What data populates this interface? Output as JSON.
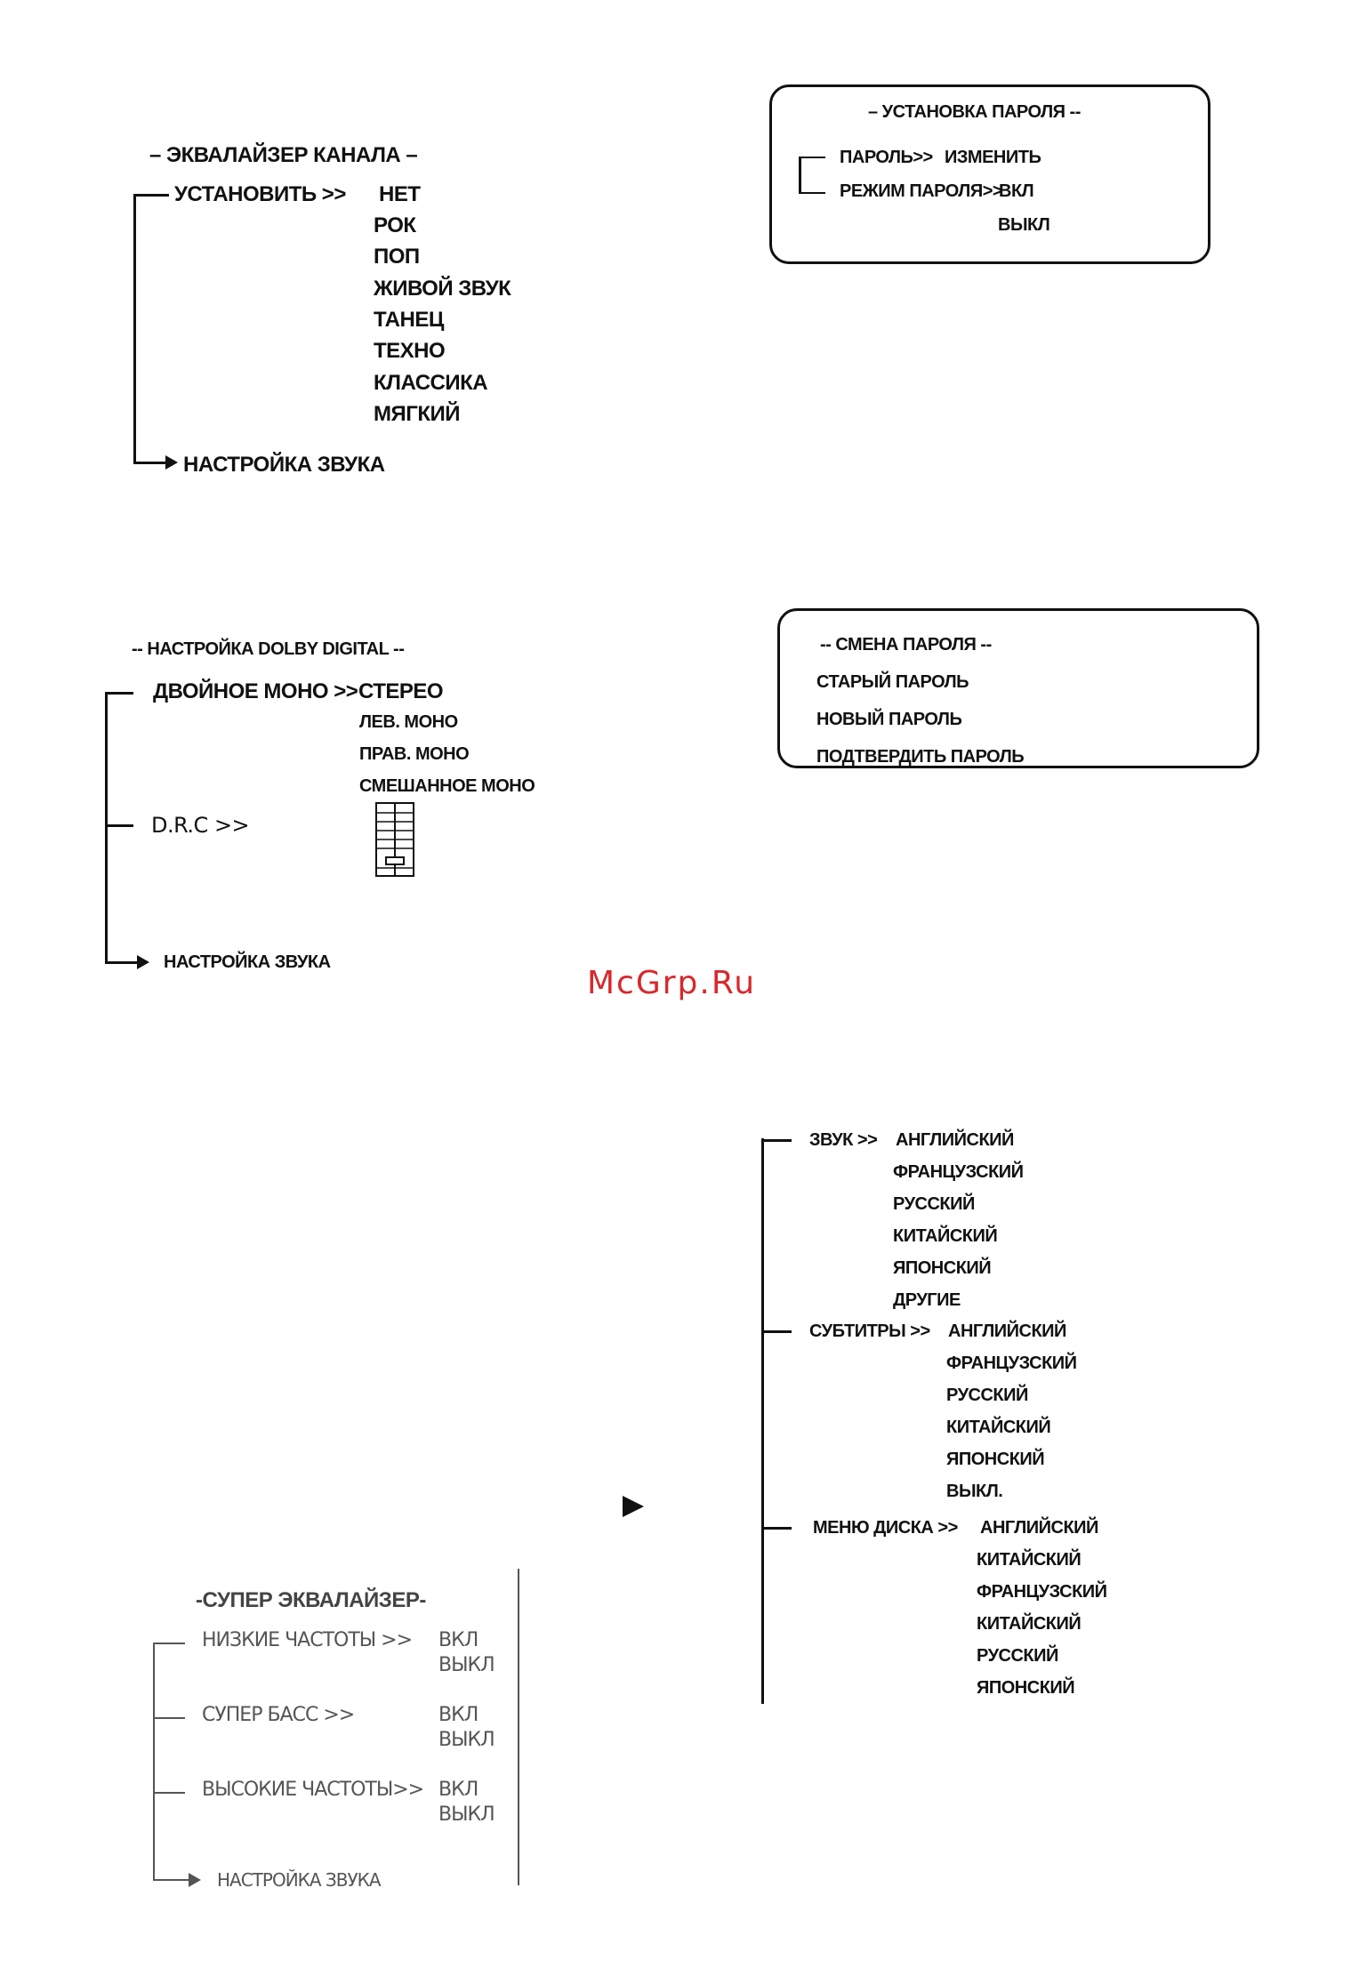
{
  "channel_eq": {
    "title": "– ЭКВАЛАЙЗЕР КАНАЛА –",
    "set_label": "УСТАНОВИТЬ >>",
    "options": [
      "НЕТ",
      "РОК",
      "ПОП",
      "ЖИВОЙ ЗВУК",
      "ТАНЕЦ",
      "ТЕХНО",
      "КЛАССИКА",
      "МЯГКИЙ"
    ],
    "sound_settings": "НАСТРОЙКА ЗВУКА"
  },
  "password_setup": {
    "title": "– УСТАНОВКА ПАРОЛЯ --",
    "password_label": "ПАРОЛЬ>>",
    "password_value": "ИЗМЕНИТЬ",
    "mode_label": "РЕЖИМ ПАРОЛЯ>>",
    "mode_on": "ВКЛ",
    "mode_off": "ВЫКЛ"
  },
  "dolby": {
    "title": "-- НАСТРОЙКА DOLBY DIGITAL --",
    "dual_mono_label": "ДВОЙНОЕ  МОНО >>",
    "dual_mono_options": [
      "СТЕРЕО",
      "ЛЕВ. МОНО",
      "ПРАВ. МОНО",
      "СМЕШАННОЕ МОНО"
    ],
    "drc_label": "D.R.C  >>",
    "sound_settings": "НАСТРОЙКА ЗВУКА"
  },
  "password_change": {
    "title": "-- СМЕНА ПАРОЛЯ --",
    "old": "СТАРЫЙ ПАРОЛЬ",
    "new": "НОВЫЙ ПАРОЛЬ",
    "confirm": "ПОДТВЕРДИТЬ ПАРОЛЬ"
  },
  "watermark": "McGrp.Ru",
  "language": {
    "audio_label": "ЗВУК  >>",
    "audio_options": [
      "АНГЛИЙСКИЙ",
      "ФРАНЦУЗСКИЙ",
      "РУССКИЙ",
      "КИТАЙСКИЙ",
      "ЯПОНСКИЙ",
      "ДРУГИЕ"
    ],
    "subtitle_label": "СУБТИТРЫ >>",
    "subtitle_options": [
      "АНГЛИЙСКИЙ",
      "ФРАНЦУЗСКИЙ",
      "РУССКИЙ",
      "КИТАЙСКИЙ",
      "ЯПОНСКИЙ",
      "ВЫКЛ."
    ],
    "disc_menu_label": "МЕНЮ ДИСКА >>",
    "disc_menu_options": [
      "АНГЛИЙСКИЙ",
      "КИТАЙСКИЙ",
      "ФРАНЦУЗСКИЙ",
      "КИТАЙСКИЙ",
      "РУССКИЙ",
      "ЯПОНСКИЙ"
    ]
  },
  "super_eq": {
    "title": "-СУПЕР ЭКВАЛАЙЗЕР-",
    "low_label": "НИЗКИЕ ЧАСТОТЫ >>",
    "super_bass_label": "СУПЕР БАСС >>",
    "high_label": "ВЫСОКИЕ ЧАСТОТЫ>>",
    "on": "ВКЛ",
    "off": "ВЫКЛ",
    "sound_settings": "НАСТРОЙКА ЗВУКА"
  }
}
